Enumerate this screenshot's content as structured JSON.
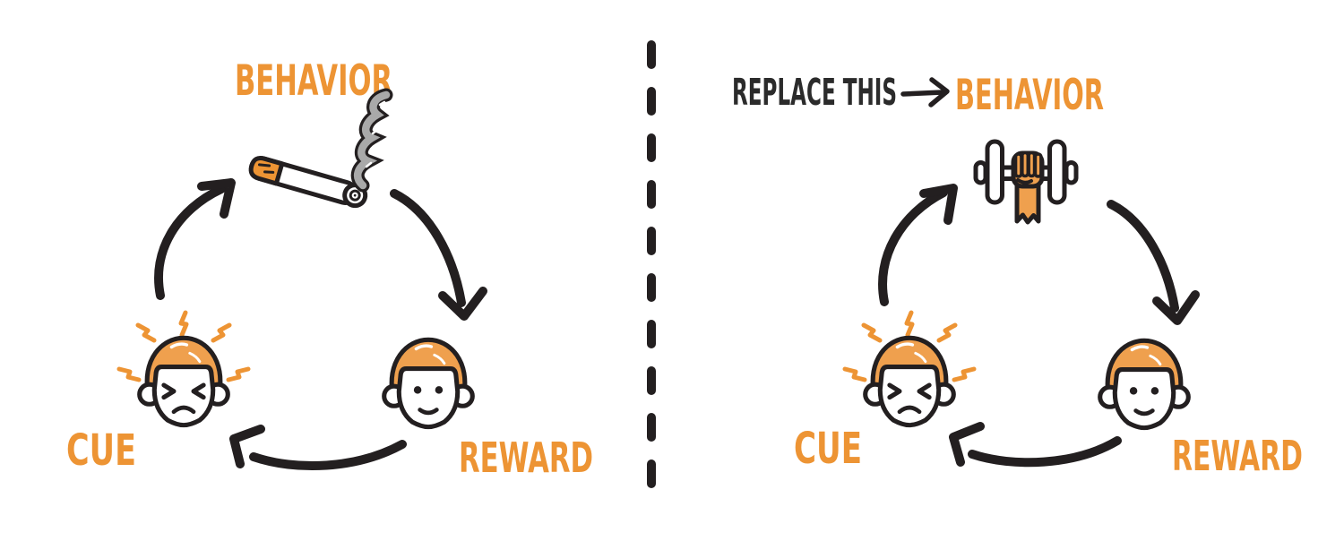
{
  "diagram": {
    "left_panel": {
      "behavior_label": "BEHAVIOR",
      "behavior_icon": "cigarette-smoke-icon",
      "cue_label": "CUE",
      "cue_icon": "stressed-face-icon",
      "reward_label": "REWARD",
      "reward_icon": "happy-face-icon"
    },
    "right_panel": {
      "replace_this_label": "REPLACE THIS",
      "behavior_label": "BEHAVIOR",
      "behavior_icon": "fist-dumbbell-icon",
      "cue_label": "CUE",
      "cue_icon": "stressed-face-icon",
      "reward_label": "REWARD",
      "reward_icon": "happy-face-icon"
    },
    "divider_icon": "dashed-vertical-divider",
    "colors": {
      "accent_orange": "#ED9434",
      "skin_hair_orange": "#EFA04E",
      "ink_black": "#231F20",
      "smoke_gray": "#A9A9A9",
      "background": "#FFFFFF"
    }
  }
}
